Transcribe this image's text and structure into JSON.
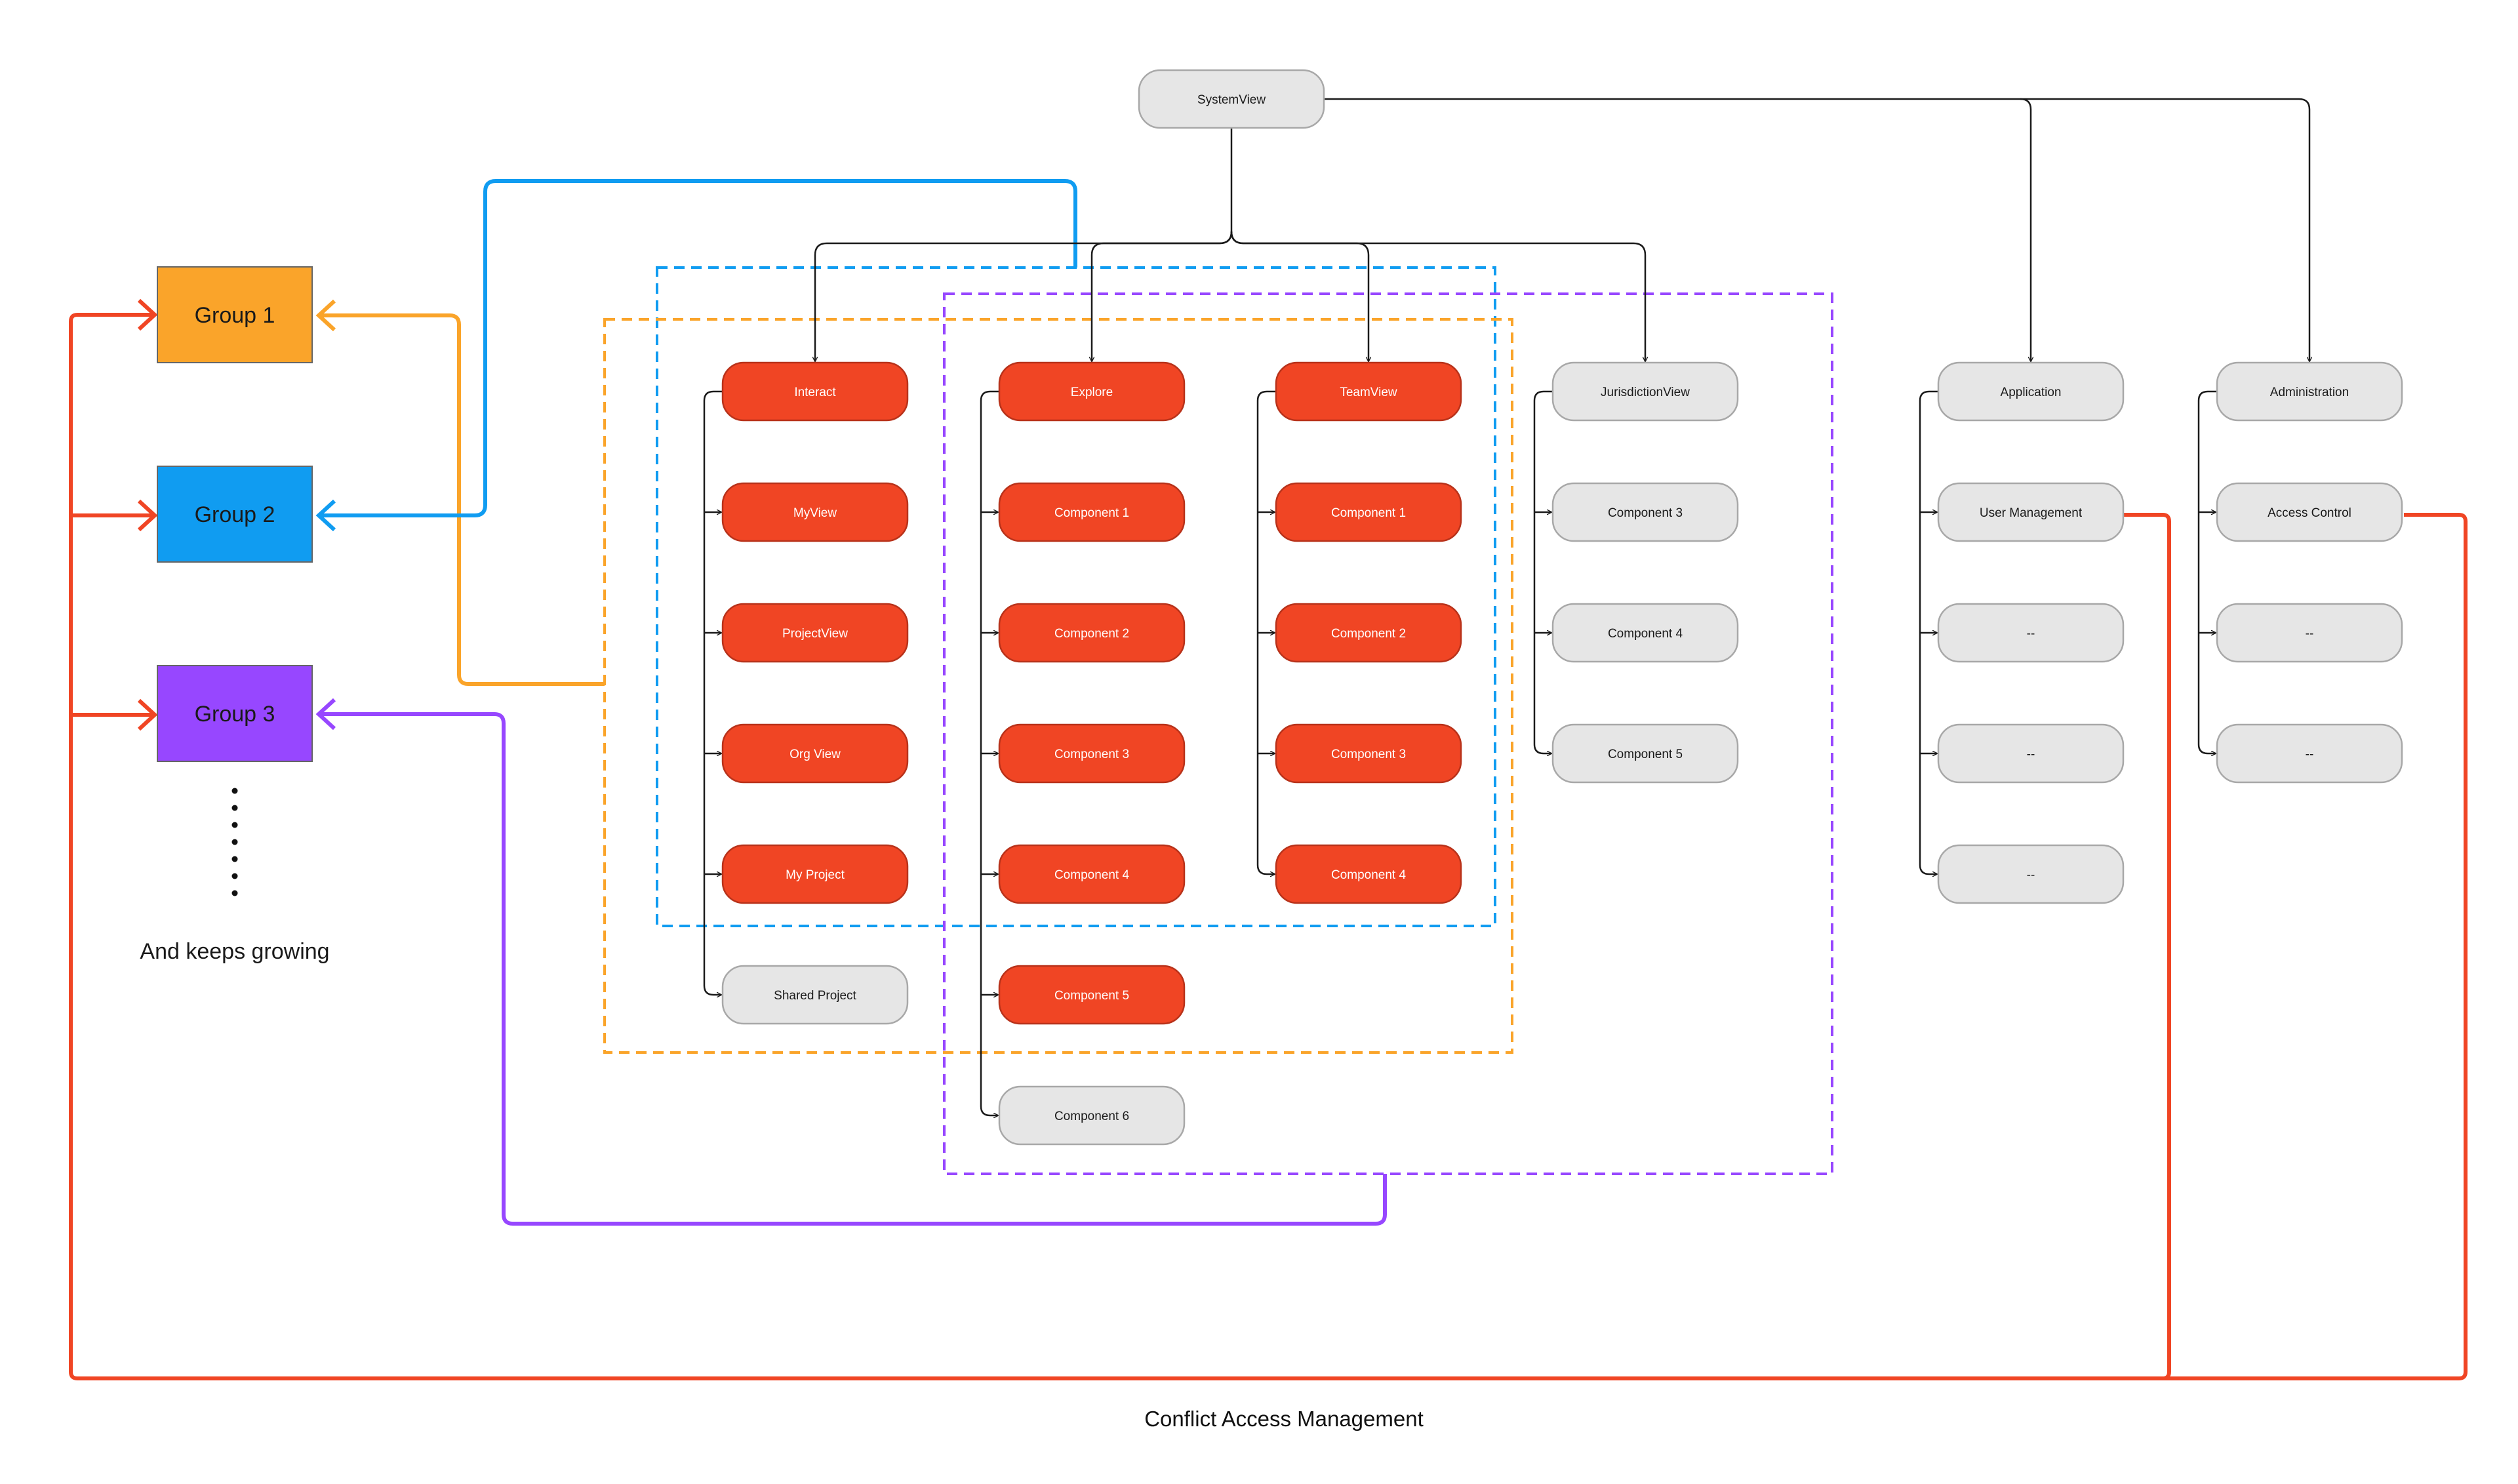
{
  "groups": [
    {
      "label": "Group 1",
      "color": "#FAA42A"
    },
    {
      "label": "Group 2",
      "color": "#109CF1"
    },
    {
      "label": "Group 3",
      "color": "#9747FF"
    }
  ],
  "groups_footer": "And keeps growing",
  "caption": "Conflict Access Management",
  "colors": {
    "active_node": "#F04524",
    "inactive_node": "#E6E6E6",
    "conflict_line": "#F04524",
    "connector": "#1a1a1a"
  },
  "root": "SystemView",
  "columns": [
    {
      "header": "Interact",
      "active": true,
      "items": [
        {
          "label": "MyView",
          "active": true
        },
        {
          "label": "ProjectView",
          "active": true
        },
        {
          "label": "Org View",
          "active": true
        },
        {
          "label": "My Project",
          "active": true
        },
        {
          "label": "Shared Project",
          "active": false
        }
      ]
    },
    {
      "header": "Explore",
      "active": true,
      "items": [
        {
          "label": "Component 1",
          "active": true
        },
        {
          "label": "Component 2",
          "active": true
        },
        {
          "label": "Component 3",
          "active": true
        },
        {
          "label": "Component 4",
          "active": true
        },
        {
          "label": "Component 5",
          "active": true
        },
        {
          "label": "Component 6",
          "active": false
        }
      ]
    },
    {
      "header": "TeamView",
      "active": true,
      "items": [
        {
          "label": "Component 1",
          "active": true
        },
        {
          "label": "Component 2",
          "active": true
        },
        {
          "label": "Component 3",
          "active": true
        },
        {
          "label": "Component 4",
          "active": true
        }
      ]
    },
    {
      "header": "JurisdictionView",
      "active": false,
      "items": [
        {
          "label": "Component 3",
          "active": false
        },
        {
          "label": "Component 4",
          "active": false
        },
        {
          "label": "Component 5",
          "active": false
        }
      ]
    },
    {
      "header": "Application",
      "active": false,
      "items": [
        {
          "label": "User Management",
          "active": false
        },
        {
          "label": "--",
          "active": false
        },
        {
          "label": "--",
          "active": false
        },
        {
          "label": "--",
          "active": false
        }
      ]
    },
    {
      "header": "Administration",
      "active": false,
      "items": [
        {
          "label": "Access Control",
          "active": false
        },
        {
          "label": "--",
          "active": false
        },
        {
          "label": "--",
          "active": false
        }
      ]
    }
  ]
}
